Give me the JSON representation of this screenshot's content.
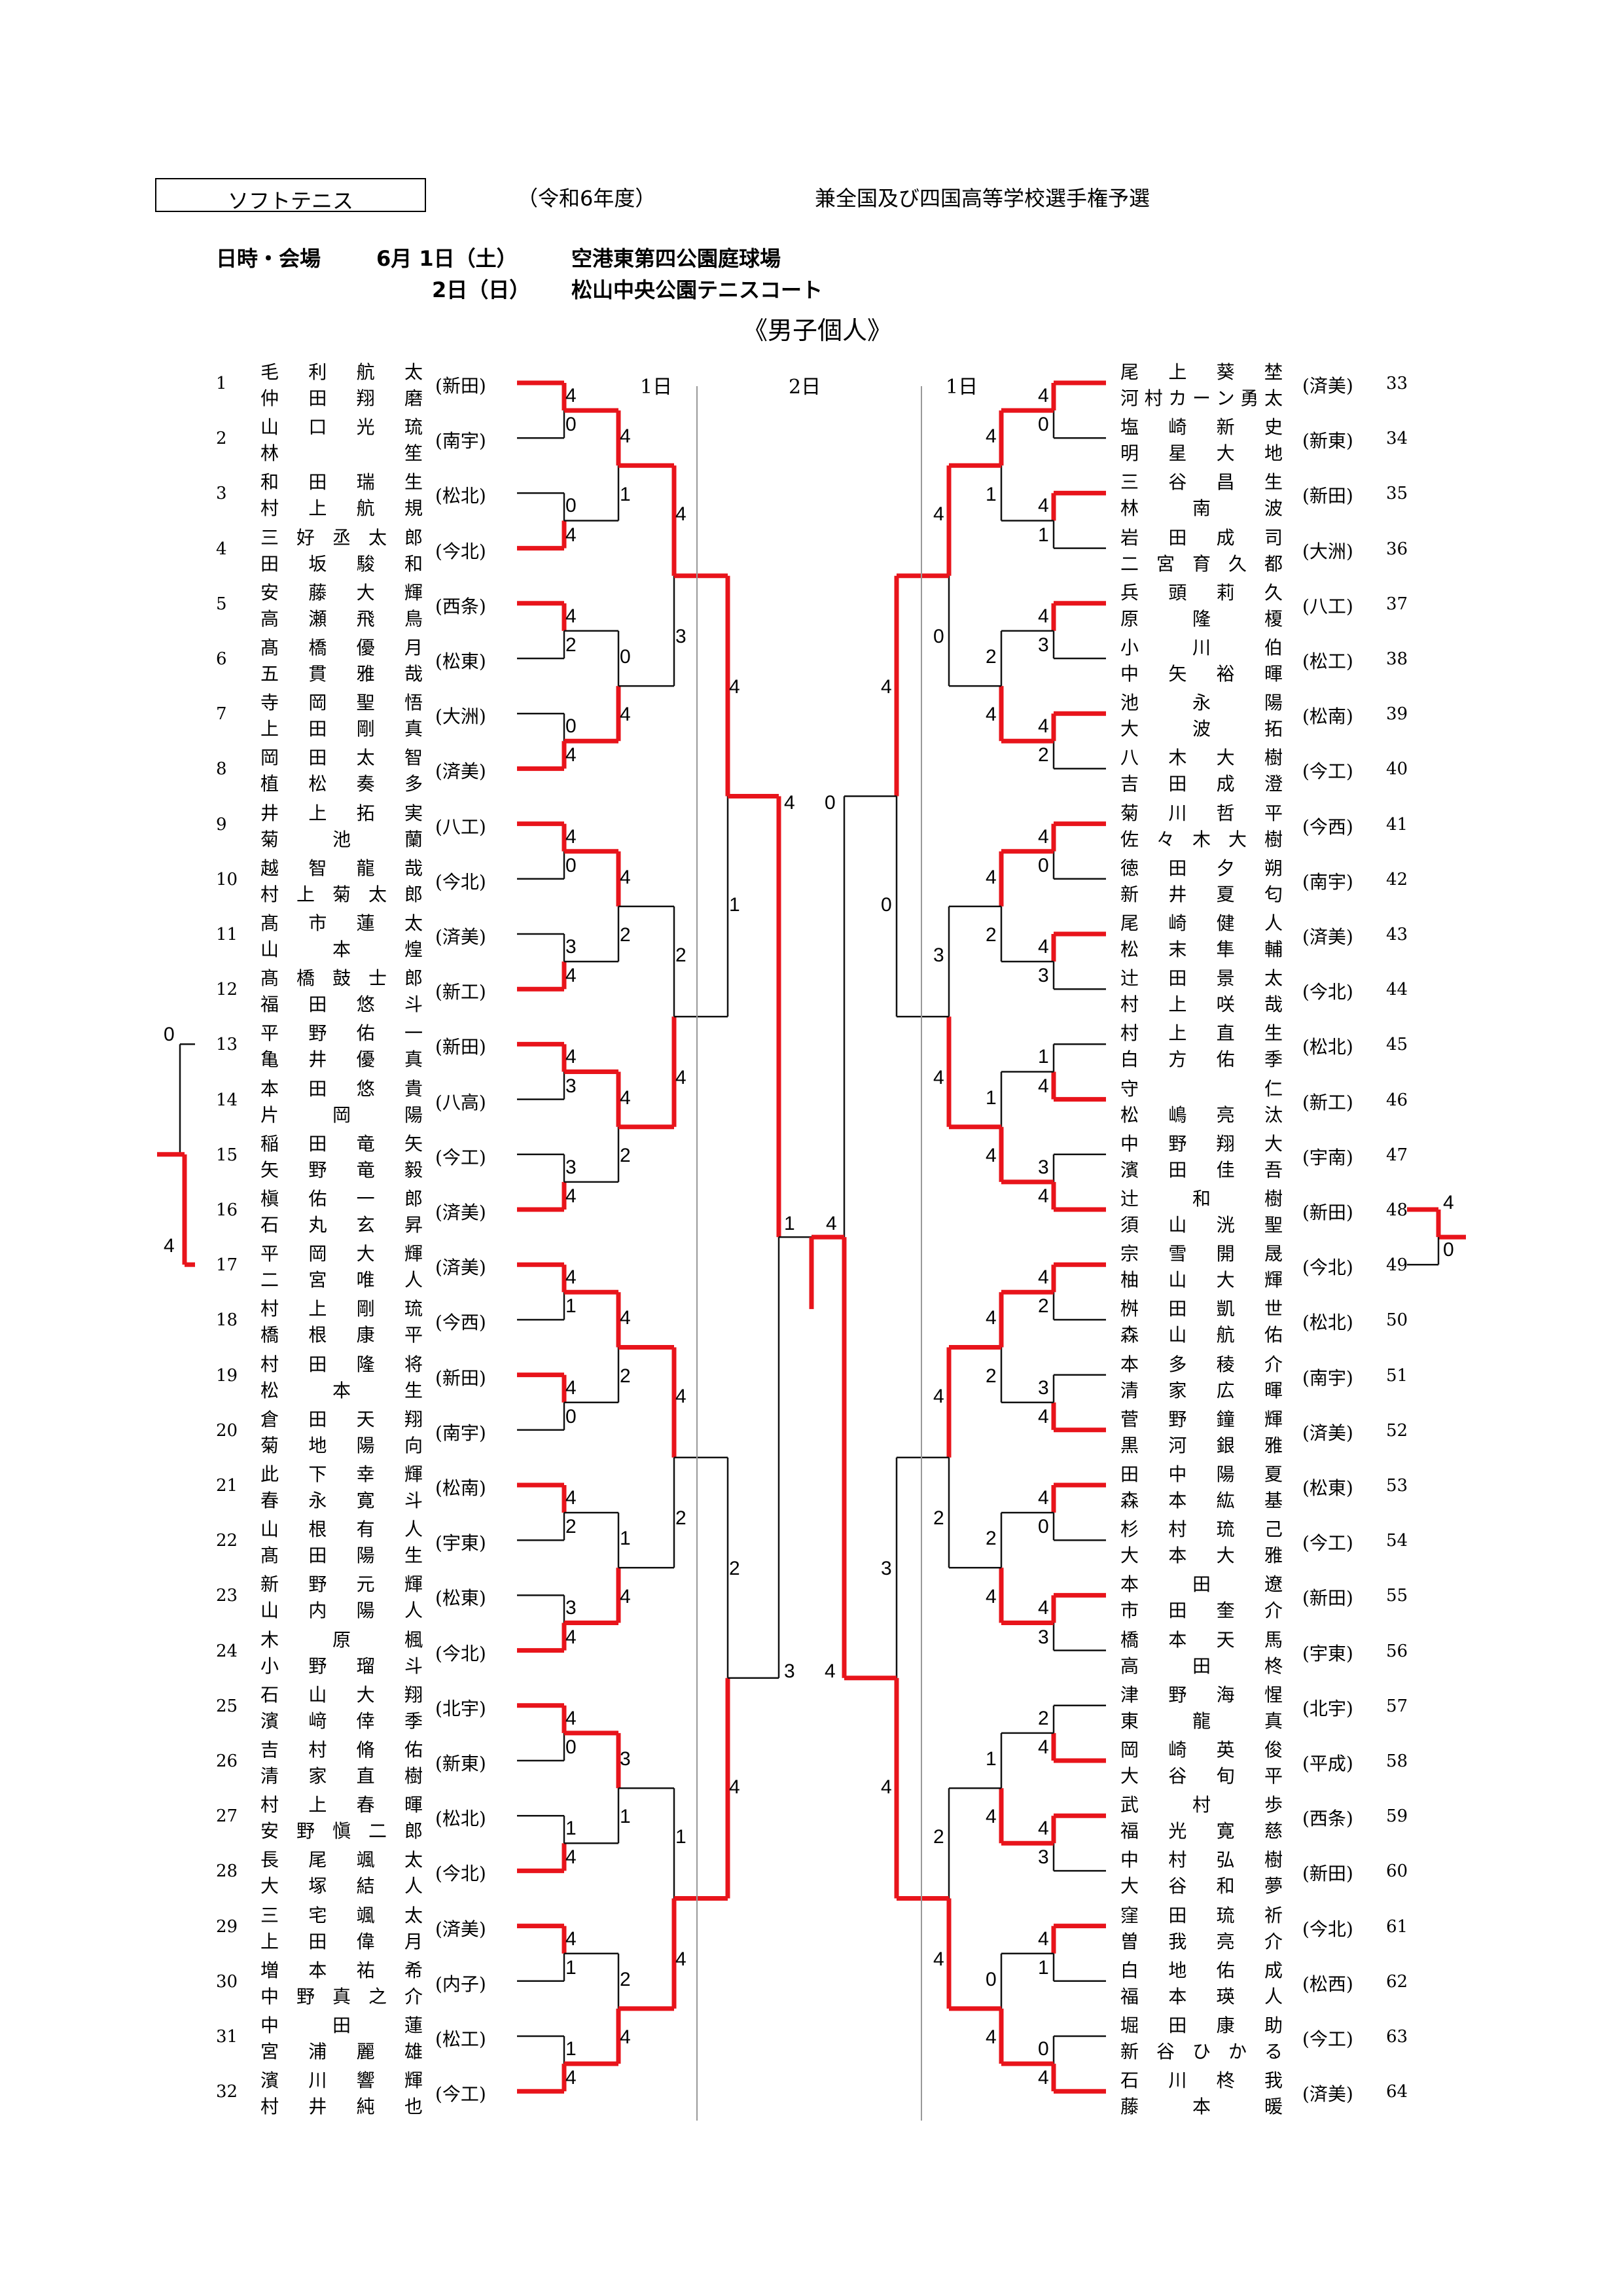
{
  "header": {
    "sport": "ソフトテニス",
    "year": "（令和6年度）",
    "tournament": "兼全国及び四国高等学校選手権予選",
    "schedule_label": "日時・会場",
    "day1_date": "6月 1日（土）",
    "day1_venue": "空港東第四公園庭球場",
    "day2_date": "2日（日）",
    "day2_venue": "松山中央公園テニスコート",
    "event": "《男子個人》"
  },
  "day_labels": {
    "left_day1": "1日",
    "center_day2": "2日",
    "right_day1": "1日"
  },
  "players_left": [
    {
      "no": "1",
      "p1": "毛利航太",
      "p2": "仲田翔磨",
      "school": "(新田)"
    },
    {
      "no": "2",
      "p1": "山口光琉",
      "p2": "林笙",
      "school": "(南宇)"
    },
    {
      "no": "3",
      "p1": "和田瑞生",
      "p2": "村上航規",
      "school": "(松北)"
    },
    {
      "no": "4",
      "p1": "三好丞太郎",
      "p2": "田坂駿和",
      "school": "(今北)"
    },
    {
      "no": "5",
      "p1": "安藤大輝",
      "p2": "高瀬飛鳥",
      "school": "(西条)"
    },
    {
      "no": "6",
      "p1": "髙橋優月",
      "p2": "五貫雅哉",
      "school": "(松東)"
    },
    {
      "no": "7",
      "p1": "寺岡聖悟",
      "p2": "上田剛真",
      "school": "(大洲)"
    },
    {
      "no": "8",
      "p1": "岡田太智",
      "p2": "植松奏多",
      "school": "(済美)"
    },
    {
      "no": "9",
      "p1": "井上拓実",
      "p2": "菊池蘭",
      "school": "(八工)"
    },
    {
      "no": "10",
      "p1": "越智龍哉",
      "p2": "村上菊太郎",
      "school": "(今北)"
    },
    {
      "no": "11",
      "p1": "髙市蓮太",
      "p2": "山本煌",
      "school": "(済美)"
    },
    {
      "no": "12",
      "p1": "髙橋鼓士郎",
      "p2": "福田悠斗",
      "school": "(新工)"
    },
    {
      "no": "13",
      "p1": "平野佑一",
      "p2": "亀井優真",
      "school": "(新田)"
    },
    {
      "no": "14",
      "p1": "本田悠貴",
      "p2": "片岡陽",
      "school": "(八高)"
    },
    {
      "no": "15",
      "p1": "稲田竜矢",
      "p2": "矢野竜毅",
      "school": "(今工)"
    },
    {
      "no": "16",
      "p1": "槇佑一郎",
      "p2": "石丸玄昇",
      "school": "(済美)"
    },
    {
      "no": "17",
      "p1": "平岡大輝",
      "p2": "二宮唯人",
      "school": "(済美)"
    },
    {
      "no": "18",
      "p1": "村上剛琉",
      "p2": "橋根康平",
      "school": "(今西)"
    },
    {
      "no": "19",
      "p1": "村田隆将",
      "p2": "松本生",
      "school": "(新田)"
    },
    {
      "no": "20",
      "p1": "倉田天翔",
      "p2": "菊地陽向",
      "school": "(南宇)"
    },
    {
      "no": "21",
      "p1": "此下幸輝",
      "p2": "春永寛斗",
      "school": "(松南)"
    },
    {
      "no": "22",
      "p1": "山根有人",
      "p2": "髙田陽生",
      "school": "(宇東)"
    },
    {
      "no": "23",
      "p1": "新野元輝",
      "p2": "山内陽人",
      "school": "(松東)"
    },
    {
      "no": "24",
      "p1": "木原楓",
      "p2": "小野瑠斗",
      "school": "(今北)"
    },
    {
      "no": "25",
      "p1": "石山大翔",
      "p2": "濱﨑倖季",
      "school": "(北宇)"
    },
    {
      "no": "26",
      "p1": "吉村脩佑",
      "p2": "清家直樹",
      "school": "(新東)"
    },
    {
      "no": "27",
      "p1": "村上春暉",
      "p2": "安野愼二郎",
      "school": "(松北)"
    },
    {
      "no": "28",
      "p1": "長尾颯太",
      "p2": "大塚結人",
      "school": "(今北)"
    },
    {
      "no": "29",
      "p1": "三宅颯太",
      "p2": "上田偉月",
      "school": "(済美)"
    },
    {
      "no": "30",
      "p1": "増本祐希",
      "p2": "中野真之介",
      "school": "(内子)"
    },
    {
      "no": "31",
      "p1": "中田蓮",
      "p2": "宮浦麗雄",
      "school": "(松工)"
    },
    {
      "no": "32",
      "p1": "濱川響輝",
      "p2": "村井純也",
      "school": "(今工)"
    }
  ],
  "players_right": [
    {
      "no": "33",
      "p1": "尾上葵埜",
      "p2": "河村カーン勇太",
      "school": "(済美)"
    },
    {
      "no": "34",
      "p1": "塩崎新史",
      "p2": "明星大地",
      "school": "(新東)"
    },
    {
      "no": "35",
      "p1": "三谷昌生",
      "p2": "林南波",
      "school": "(新田)"
    },
    {
      "no": "36",
      "p1": "岩田成司",
      "p2": "二宮育久都",
      "school": "(大洲)"
    },
    {
      "no": "37",
      "p1": "兵頭莉久",
      "p2": "原隆榎",
      "school": "(八工)"
    },
    {
      "no": "38",
      "p1": "小川伯",
      "p2": "中矢裕暉",
      "school": "(松工)"
    },
    {
      "no": "39",
      "p1": "池永陽",
      "p2": "大波拓",
      "school": "(松南)"
    },
    {
      "no": "40",
      "p1": "八木大樹",
      "p2": "吉田成澄",
      "school": "(今工)"
    },
    {
      "no": "41",
      "p1": "菊川哲平",
      "p2": "佐々木大樹",
      "school": "(今西)"
    },
    {
      "no": "42",
      "p1": "徳田夕朔",
      "p2": "新井夏匂",
      "school": "(南宇)"
    },
    {
      "no": "43",
      "p1": "尾崎健人",
      "p2": "松末隼輔",
      "school": "(済美)"
    },
    {
      "no": "44",
      "p1": "辻田景太",
      "p2": "村上咲哉",
      "school": "(今北)"
    },
    {
      "no": "45",
      "p1": "村上直生",
      "p2": "白方佑季",
      "school": "(松北)"
    },
    {
      "no": "46",
      "p1": "守仁",
      "p2": "松嶋亮汰",
      "school": "(新工)"
    },
    {
      "no": "47",
      "p1": "中野翔大",
      "p2": "濱田佳吾",
      "school": "(宇南)"
    },
    {
      "no": "48",
      "p1": "辻和樹",
      "p2": "須山洸聖",
      "school": "(新田)"
    },
    {
      "no": "49",
      "p1": "宗雪開晟",
      "p2": "柚山大輝",
      "school": "(今北)"
    },
    {
      "no": "50",
      "p1": "桝田凱世",
      "p2": "森山航佑",
      "school": "(松北)"
    },
    {
      "no": "51",
      "p1": "本多稜介",
      "p2": "清家広暉",
      "school": "(南宇)"
    },
    {
      "no": "52",
      "p1": "菅野鐘輝",
      "p2": "黒河銀雅",
      "school": "(済美)"
    },
    {
      "no": "53",
      "p1": "田中陽夏",
      "p2": "森本紘基",
      "school": "(松東)"
    },
    {
      "no": "54",
      "p1": "杉村琉己",
      "p2": "大本大雅",
      "school": "(今工)"
    },
    {
      "no": "55",
      "p1": "本田遼",
      "p2": "市田奎介",
      "school": "(新田)"
    },
    {
      "no": "56",
      "p1": "橋本天馬",
      "p2": "高田柊",
      "school": "(宇東)"
    },
    {
      "no": "57",
      "p1": "津野海惺",
      "p2": "東龍真",
      "school": "(北宇)"
    },
    {
      "no": "58",
      "p1": "岡崎英俊",
      "p2": "大谷旬平",
      "school": "(平成)"
    },
    {
      "no": "59",
      "p1": "武村歩",
      "p2": "福光寛慈",
      "school": "(西条)"
    },
    {
      "no": "60",
      "p1": "中村弘樹",
      "p2": "大谷和夢",
      "school": "(新田)"
    },
    {
      "no": "61",
      "p1": "窪田琉祈",
      "p2": "曽我亮介",
      "school": "(今北)"
    },
    {
      "no": "62",
      "p1": "白地佑成",
      "p2": "福本瑛人",
      "school": "(松西)"
    },
    {
      "no": "63",
      "p1": "堀田康助",
      "p2": "新谷ひかる",
      "school": "(今工)"
    },
    {
      "no": "64",
      "p1": "石川柊我",
      "p2": "藤本暖",
      "school": "(済美)"
    }
  ],
  "scores": {
    "left_r1": [
      [
        "4",
        "0"
      ],
      [
        "0",
        "4"
      ],
      [
        "4",
        "2"
      ],
      [
        "0",
        "4"
      ],
      [
        "4",
        "0"
      ],
      [
        "3",
        "4"
      ],
      [
        "4",
        "3"
      ],
      [
        "3",
        "4"
      ],
      [
        "4",
        "1"
      ],
      [
        "4",
        "0"
      ],
      [
        "4",
        "2"
      ],
      [
        "3",
        "4"
      ],
      [
        "4",
        "0"
      ],
      [
        "1",
        "4"
      ],
      [
        "4",
        "1"
      ],
      [
        "1",
        "4"
      ]
    ],
    "left_r2": [
      [
        "4",
        "1"
      ],
      [
        "0",
        "4"
      ],
      [
        "4",
        "2"
      ],
      [
        "4",
        "2"
      ],
      [
        "4",
        "2"
      ],
      [
        "1",
        "4"
      ],
      [
        "3",
        "1"
      ],
      [
        "2",
        "4"
      ]
    ],
    "left_r3": [
      [
        "4",
        "3"
      ],
      [
        "2",
        "4"
      ],
      [
        "4",
        "2"
      ],
      [
        "1",
        "4"
      ]
    ],
    "left_r4": [
      [
        "4",
        "1"
      ],
      [
        "2",
        "4"
      ]
    ],
    "left_sf": [
      "4",
      "3"
    ],
    "right_r1": [
      [
        "4",
        "0"
      ],
      [
        "4",
        "1"
      ],
      [
        "4",
        "3"
      ],
      [
        "4",
        "2"
      ],
      [
        "4",
        "0"
      ],
      [
        "4",
        "3"
      ],
      [
        "1",
        "4"
      ],
      [
        "3",
        "4"
      ],
      [
        "4",
        "2"
      ],
      [
        "3",
        "4"
      ],
      [
        "4",
        "0"
      ],
      [
        "4",
        "3"
      ],
      [
        "2",
        "4"
      ],
      [
        "4",
        "3"
      ],
      [
        "4",
        "1"
      ],
      [
        "0",
        "4"
      ]
    ],
    "right_r2": [
      [
        "4",
        "1"
      ],
      [
        "2",
        "4"
      ],
      [
        "4",
        "2"
      ],
      [
        "1",
        "4"
      ],
      [
        "4",
        "2"
      ],
      [
        "2",
        "4"
      ],
      [
        "1",
        "4"
      ],
      [
        "0",
        "4"
      ]
    ],
    "right_r3": [
      [
        "4",
        "0"
      ],
      [
        "3",
        "4"
      ],
      [
        "4",
        "2"
      ],
      [
        "2",
        "4"
      ]
    ],
    "right_r4": [
      [
        "4",
        "0"
      ],
      [
        "3",
        "4"
      ]
    ],
    "right_sf": [
      "0",
      "4"
    ],
    "final": [
      "1",
      "4"
    ],
    "playoff_left": [
      "0",
      "4"
    ],
    "playoff_right": [
      "4",
      "0"
    ]
  }
}
